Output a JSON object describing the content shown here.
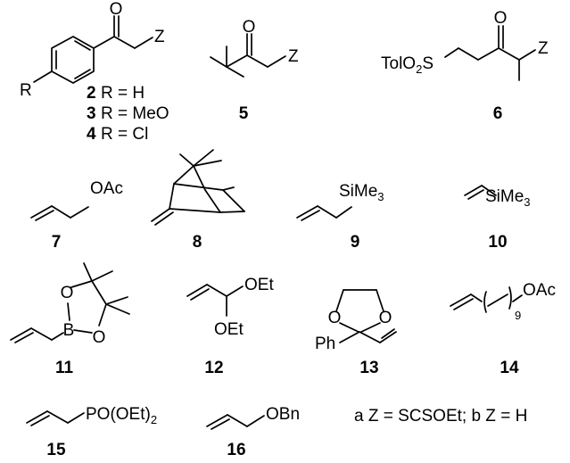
{
  "compounds": {
    "c2": {
      "number": "2",
      "r": "R = H"
    },
    "c3": {
      "number": "3",
      "r": "R = MeO"
    },
    "c4": {
      "number": "4",
      "r": "R = Cl"
    },
    "c5": {
      "number": "5"
    },
    "c6": {
      "number": "6"
    },
    "c7": {
      "number": "7"
    },
    "c8": {
      "number": "8"
    },
    "c9": {
      "number": "9"
    },
    "c10": {
      "number": "10"
    },
    "c11": {
      "number": "11"
    },
    "c12": {
      "number": "12"
    },
    "c13": {
      "number": "13"
    },
    "c14": {
      "number": "14"
    },
    "c15": {
      "number": "15"
    },
    "c16": {
      "number": "16"
    }
  },
  "atoms": {
    "o": "O",
    "z": "Z",
    "r": "R",
    "b": "B",
    "tolo2s_main": "TolO",
    "tolo2s_sub": "2",
    "tolo2s_tail": "S",
    "oac": "OAc",
    "sime3_main": "SiMe",
    "sime3_sub": "3",
    "oet": "OEt",
    "ph": "Ph",
    "chain_count": "9",
    "po_main": "PO(OEt)",
    "po_sub": "2",
    "obn": "OBn"
  },
  "footnote": "a Z = SCSOEt; b Z = H"
}
